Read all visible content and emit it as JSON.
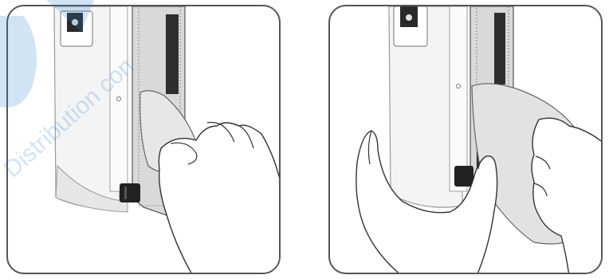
{
  "watermark": {
    "text": "Distribution con",
    "color": "#2f86d6"
  },
  "panels": [
    {
      "id": "left",
      "depicts": "hand inserting a sheet into the printer feed slot"
    },
    {
      "id": "right",
      "depicts": "two hands holding and guiding the sheet"
    }
  ],
  "colors": {
    "frame": "#555555",
    "device_body": "#f2f2f2",
    "device_dark": "#2b2b2b",
    "skin_outline": "#333333"
  }
}
